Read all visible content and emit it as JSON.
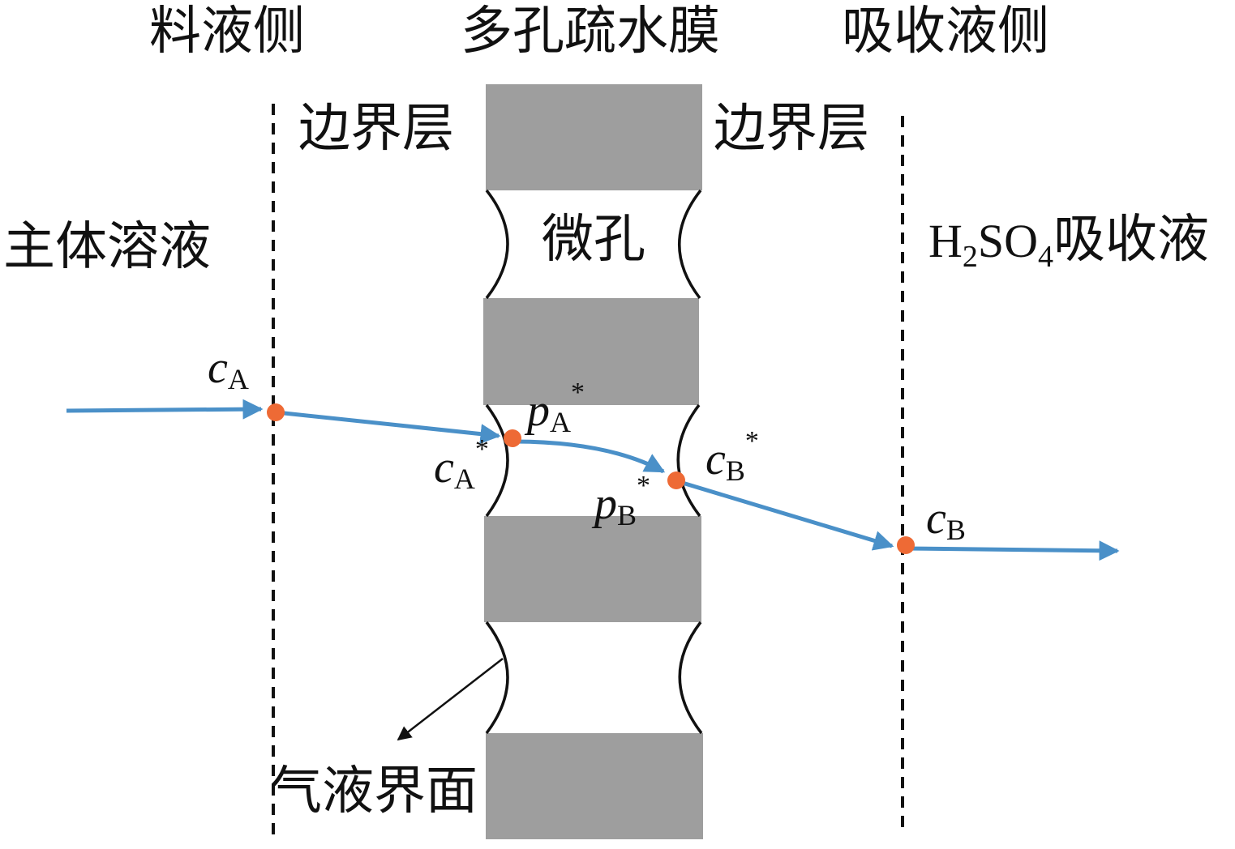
{
  "headers": {
    "feed_side": "料液侧",
    "membrane": "多孔疏水膜",
    "absorbent_side": "吸收液侧"
  },
  "labels": {
    "boundary_layer_left": "边界层",
    "boundary_layer_right": "边界层",
    "bulk_solution": "主体溶液",
    "micropore": "微孔",
    "gas_liquid_interface": "气液界面",
    "absorbent_h": "H",
    "absorbent_h_sub": "2",
    "absorbent_so": "SO",
    "absorbent_so_sub": "4",
    "absorbent_text": "吸收液"
  },
  "points": {
    "cA": {
      "base": "c",
      "sub": "A",
      "sup": ""
    },
    "cA_star": {
      "base": "c",
      "sub": "A",
      "sup": "*"
    },
    "pA_star": {
      "base": "p",
      "sub": "A",
      "sup": "*"
    },
    "pB_star": {
      "base": "p",
      "sub": "B",
      "sup": "*"
    },
    "cB_star": {
      "base": "c",
      "sub": "B",
      "sup": "*"
    },
    "cB": {
      "base": "c",
      "sub": "B",
      "sup": ""
    }
  },
  "colors": {
    "membrane_block": "#9e9e9e",
    "flow_line": "#4a90c8",
    "point_marker": "#ee6a35",
    "boundary_line": "#111111"
  }
}
